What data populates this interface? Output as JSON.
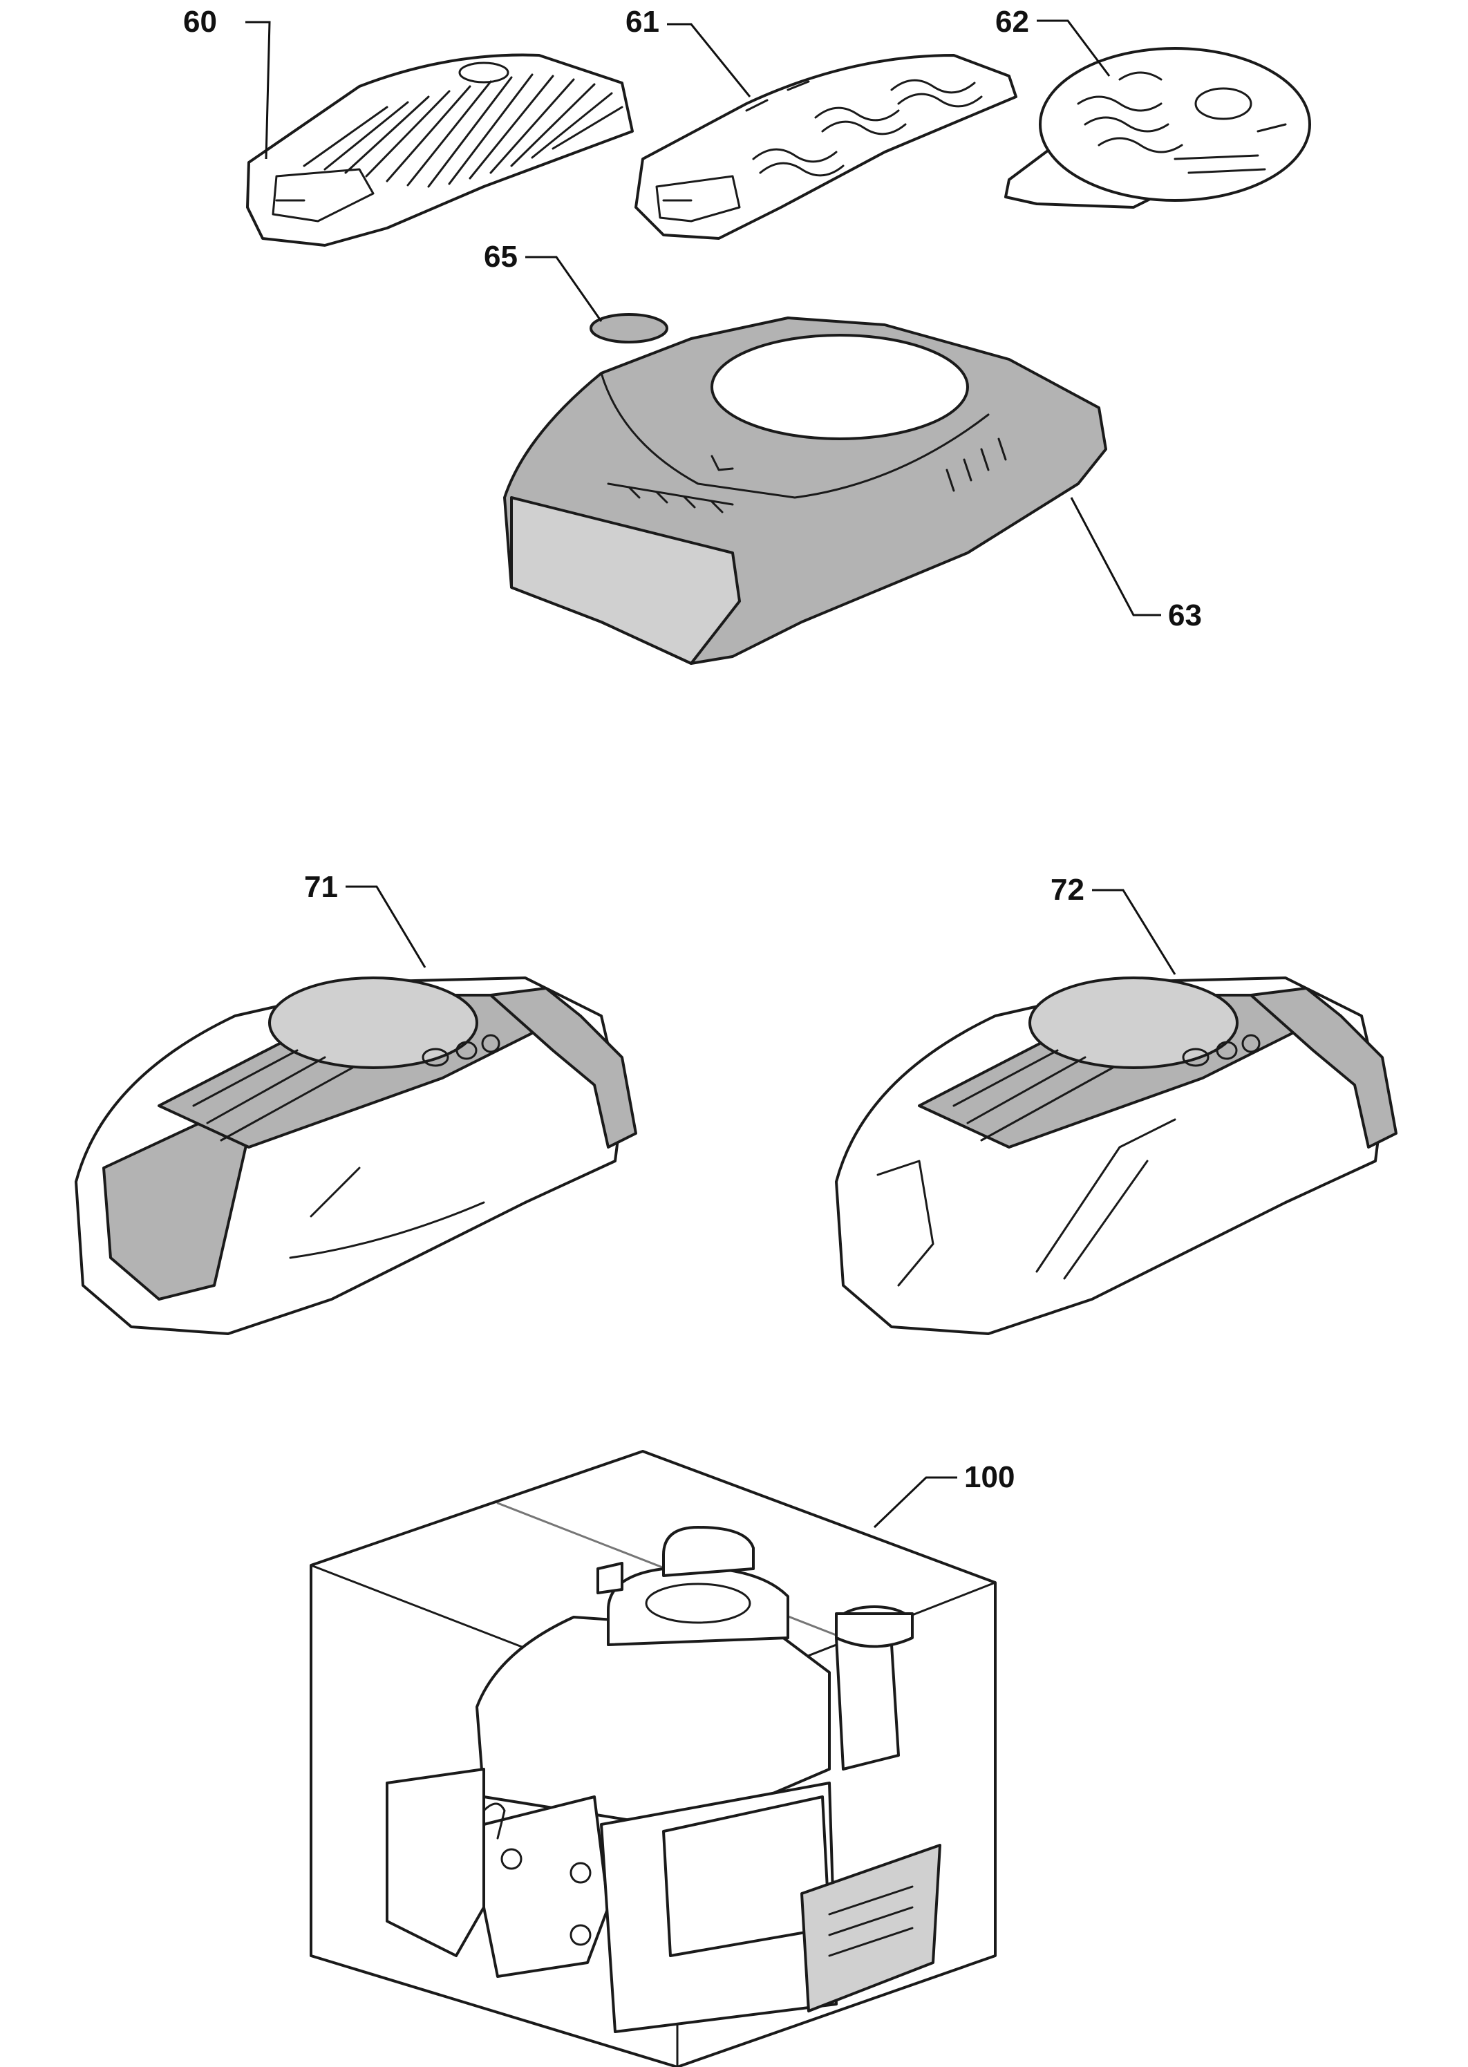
{
  "diagram": {
    "parts": [
      {
        "id": "part-60",
        "label": "60"
      },
      {
        "id": "part-61",
        "label": "61"
      },
      {
        "id": "part-62",
        "label": "62"
      },
      {
        "id": "part-65",
        "label": "65"
      },
      {
        "id": "part-63",
        "label": "63"
      },
      {
        "id": "part-71",
        "label": "71"
      },
      {
        "id": "part-72",
        "label": "72"
      },
      {
        "id": "part-100",
        "label": "100"
      }
    ],
    "colors": {
      "line": "#1a1a1a",
      "shaded_part": "#b3b3b3",
      "background": "#ffffff"
    }
  }
}
